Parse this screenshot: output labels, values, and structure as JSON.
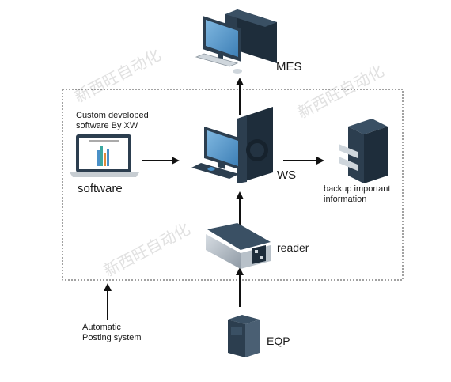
{
  "nodes": {
    "mes": {
      "label": "MES"
    },
    "software": {
      "caption": [
        "Custom developed",
        "software By XW"
      ],
      "label": "software"
    },
    "ws": {
      "label": "WS"
    },
    "backup": {
      "label": [
        "backup important",
        "information"
      ]
    },
    "reader": {
      "label": "reader"
    },
    "eqp": {
      "label": "EQP"
    },
    "posting": {
      "label": [
        "Automatic",
        "Posting system"
      ]
    }
  },
  "watermark": "新西旺自动化",
  "colors": {
    "dark_body": "#2c3e4f",
    "dark_side": "#1e2d3b",
    "screen_blue": "#4a90c8",
    "arrow": "#111111",
    "border_dash": "#444444"
  }
}
